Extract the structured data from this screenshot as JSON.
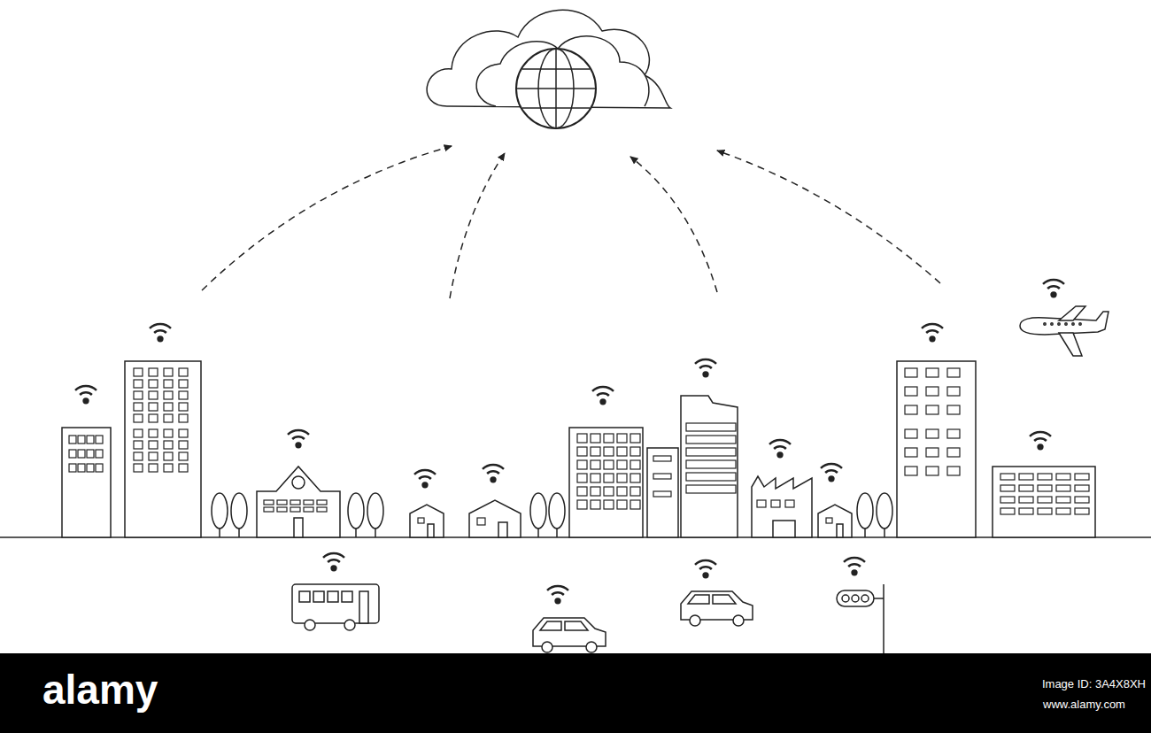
{
  "diagram": {
    "labels": [
      "alamy",
      "Image ID: 3A4X8XH",
      "www.alamy.com"
    ]
  }
}
